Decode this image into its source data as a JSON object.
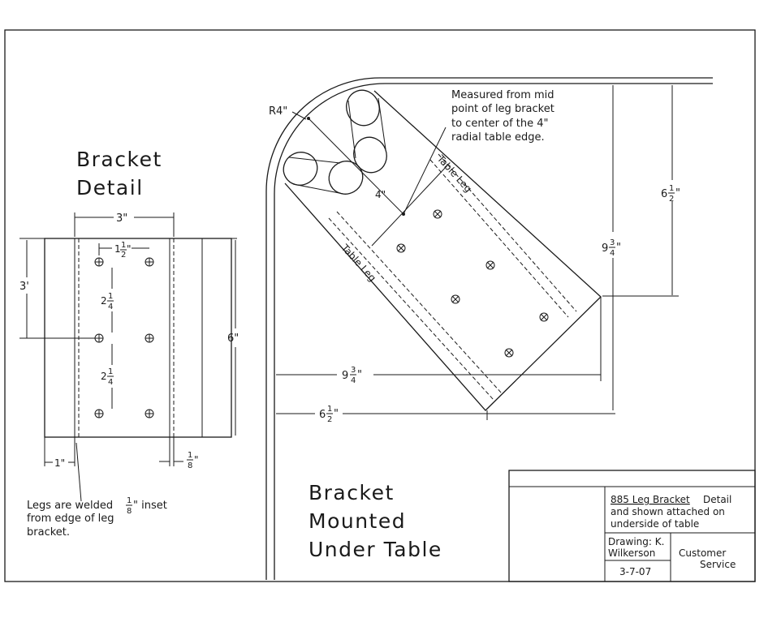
{
  "detail": {
    "title_line1": "Bracket",
    "title_line2": "Detail",
    "dim_width": "3\"",
    "dim_half_whole": "1",
    "dim_half_num": "1",
    "dim_half_den": "2",
    "dim_half_unit": "\"",
    "dim_left_height": "3'",
    "dim_quarter_whole": "2",
    "dim_quarter_num": "1",
    "dim_quarter_den": "4",
    "dim_height": "6\"",
    "dim_one_inch": "1\"",
    "dim_eighth_num": "1",
    "dim_eighth_den": "8",
    "dim_eighth_unit": "\"",
    "note_line1": "Legs are welded",
    "note_line1_frac_num": "1",
    "note_line1_frac_den": "8",
    "note_line1_end": "\" inset",
    "note_line2": "from edge of leg",
    "note_line3": "bracket."
  },
  "mounted": {
    "radius_label": "R4\"",
    "measure_line1": "Measured from mid",
    "measure_line2": "point of leg bracket",
    "measure_line3": "to center of the 4\"",
    "measure_line4": "radial table edge.",
    "four_inch": "4\"",
    "table_leg_upper": "Table Leg",
    "table_leg_lower": "Table Leg",
    "dim_a_whole": "6",
    "dim_a_num": "1",
    "dim_a_den": "2",
    "dim_a_unit": "\"",
    "dim_b_whole": "9",
    "dim_b_num": "3",
    "dim_b_den": "4",
    "dim_b_unit": "\"",
    "title_line1": "Bracket",
    "title_line2": "Mounted",
    "title_line3": "Under Table"
  },
  "title_block": {
    "desc_part1": "885 Leg Bracket",
    "desc_part2": " Detail",
    "desc_line2": "and shown attached on",
    "desc_line3": "underside of table",
    "drawing_line1": "Drawing: K.",
    "drawing_line2": "Wilkerson",
    "date": "3-7-07",
    "dept_line1": "Customer",
    "dept_line2": "Service"
  }
}
